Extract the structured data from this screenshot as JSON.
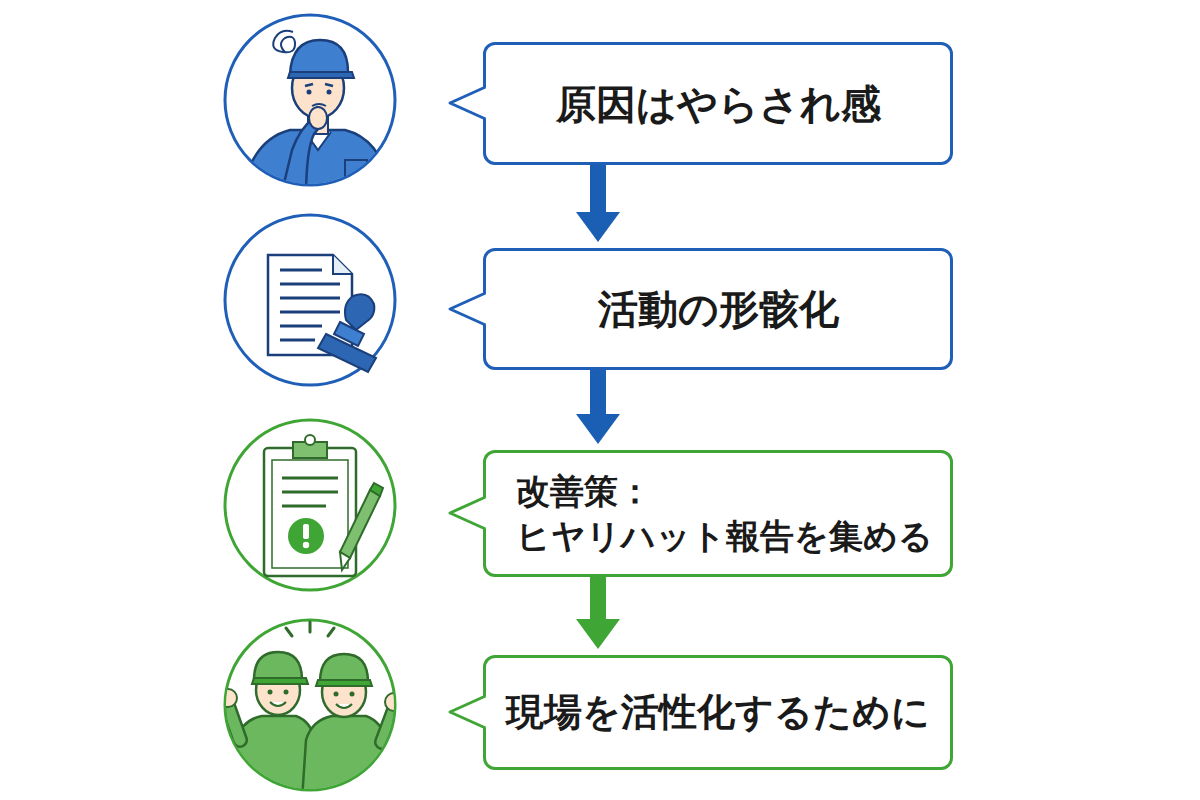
{
  "diagram": {
    "nodes": [
      {
        "text": [
          "原因はやらされ感"
        ]
      },
      {
        "text": [
          "活動の形骸化"
        ]
      },
      {
        "text": [
          "改善策：",
          "ヒヤリハット報告を集める"
        ]
      },
      {
        "text": [
          "現場を活性化するために"
        ]
      }
    ],
    "edges": [
      {
        "from": 0,
        "to": 1,
        "arrow": "to"
      },
      {
        "from": 1,
        "to": 2,
        "arrow": "to"
      },
      {
        "from": 2,
        "to": 3,
        "arrow": "to"
      }
    ]
  }
}
